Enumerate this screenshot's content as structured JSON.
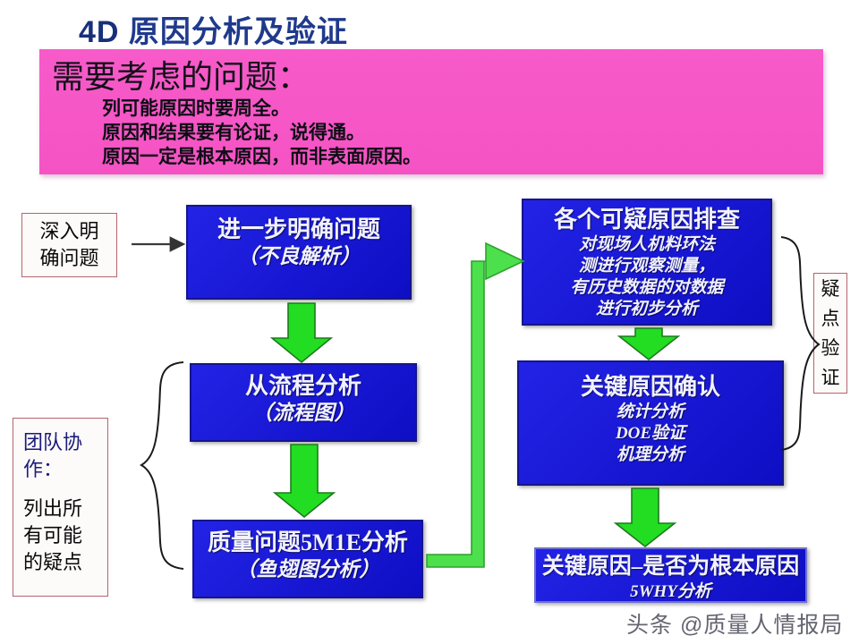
{
  "slide": {
    "title_code": "4D",
    "title_text": "原因分析及验证"
  },
  "consider_panel": {
    "heading": "需要考虑的问题：",
    "lines": [
      "列可能原因时要周全。",
      "原因和结果要有论证，说得通。",
      "原因一定是根本原因，而非表面原因。"
    ],
    "bg_color": "#F759C8"
  },
  "annotations": {
    "top_left": {
      "line1": "深入明",
      "line2": "确问题"
    },
    "bottom_left": {
      "heading": "团队协",
      "heading2": "作：",
      "body1": "列出所",
      "body2": "有可能",
      "body3": "的疑点"
    },
    "right": {
      "c1": "疑",
      "c2": "点",
      "c3": "验",
      "c4": "证"
    }
  },
  "flow": {
    "left_column": [
      {
        "main": "进一步明确问题",
        "sub": "（不良解析）"
      },
      {
        "main": "从流程分析",
        "sub": "（流程图）"
      },
      {
        "main": "质量问题5M1E分析",
        "sub": "（鱼翅图分析）"
      }
    ],
    "right_column": [
      {
        "main": "各个可疑原因排查",
        "subs": [
          "对现场人机料环法",
          "测进行观察测量，",
          "有历史数据的对数据",
          "进行初步分析"
        ]
      },
      {
        "main": "关键原因确认",
        "subs": [
          "统计分析",
          "DOE验证",
          "机理分析"
        ]
      },
      {
        "main": "关键原因–是否为根本原因",
        "subs": [
          "5WHY分析"
        ]
      }
    ],
    "box_color": "#1414D8",
    "arrow_color": "#22DD22"
  },
  "watermark": {
    "text": "头条 @质量人情报局"
  }
}
